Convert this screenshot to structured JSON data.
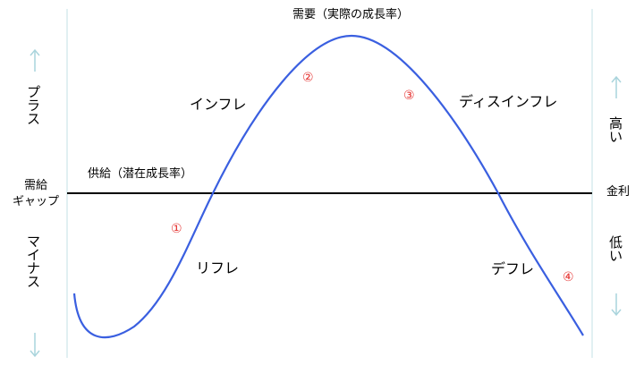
{
  "colors": {
    "curve": "#3a5fe0",
    "supply_line": "#000000",
    "frame_lines": "#d7ecee",
    "arrows": "#a9d4dc",
    "phase_numbers": "#e5312f",
    "text": "#000000"
  },
  "labels": {
    "demand": "需要（実際の成長率）",
    "supply": "供給（潜在成長率）",
    "inflation": "インフレ",
    "disinflation": "ディスインフレ",
    "reflation": "リフレ",
    "deflation": "デフレ"
  },
  "left_axis": {
    "title_line1": "需給",
    "title_line2": "ギャップ",
    "plus": "プラス",
    "minus": "マイナス",
    "arrow_up_icon": "arrow-up-icon",
    "arrow_down_icon": "arrow-down-icon"
  },
  "right_axis": {
    "title": "金利",
    "high": "高い",
    "low": "低い",
    "arrow_up_icon": "arrow-up-icon",
    "arrow_down_icon": "arrow-down-icon"
  },
  "phases": [
    "①",
    "②",
    "③",
    "④"
  ]
}
